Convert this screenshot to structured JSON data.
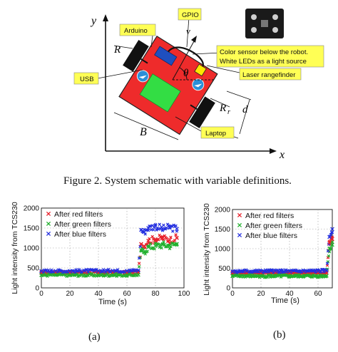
{
  "schematic": {
    "axis_x": "x",
    "axis_y": "y",
    "callouts": {
      "arduino": "Arduino",
      "gpio": "GPIO",
      "usb": "USB",
      "color_sensor_line1": "Color sensor below the robot.",
      "color_sensor_line2": "White LEDs as a light source",
      "laser": "Laser rangefinder",
      "laptop": "Laptop"
    },
    "variables": {
      "R_left": "R",
      "R_right_base": "R",
      "R_right_sub": "r",
      "v": "v",
      "theta": "θ",
      "d": "d",
      "B": "B"
    },
    "colors": {
      "robot_body": "#ee2b2b",
      "callout_fill": "#ffff55",
      "laptop_pad": "#33dd44",
      "sensor_board": "#1a1a1a",
      "wheel": "#111111",
      "wheel_disc": "#2a8fd8"
    }
  },
  "figure_caption": "Figure 2.    System schematic with variable definitions.",
  "sub_captions": {
    "a": "(a)",
    "b": "(b)"
  },
  "chart_data": [
    {
      "type": "scatter",
      "panel": "(a)",
      "xlabel": "Time (s)",
      "ylabel": "Light intensity from TCS230",
      "xlim": [
        0,
        100
      ],
      "ylim": [
        0,
        2000
      ],
      "xticks": [
        0,
        20,
        40,
        60,
        80,
        100
      ],
      "yticks": [
        0,
        500,
        1000,
        1500,
        2000
      ],
      "grid": true,
      "legend_position": "top-left",
      "series": [
        {
          "name": "After red filters",
          "color": "#e8202a",
          "marker": "x",
          "x": [
            0,
            10,
            20,
            30,
            40,
            50,
            60,
            68,
            70,
            72,
            75,
            80,
            85,
            90,
            95
          ],
          "y": [
            380,
            385,
            380,
            382,
            380,
            385,
            380,
            390,
            1100,
            1050,
            1180,
            1220,
            1250,
            1200,
            1250
          ]
        },
        {
          "name": "After green filters",
          "color": "#22b02e",
          "marker": "x",
          "x": [
            0,
            10,
            20,
            30,
            40,
            50,
            60,
            68,
            70,
            72,
            75,
            80,
            85,
            90,
            95
          ],
          "y": [
            320,
            325,
            320,
            322,
            320,
            325,
            320,
            330,
            950,
            900,
            1020,
            1050,
            1080,
            1060,
            1100
          ]
        },
        {
          "name": "After blue filters",
          "color": "#2530e0",
          "marker": "x",
          "x": [
            0,
            10,
            20,
            30,
            40,
            50,
            60,
            68,
            70,
            72,
            75,
            80,
            85,
            90,
            95
          ],
          "y": [
            420,
            425,
            420,
            430,
            425,
            430,
            425,
            440,
            1450,
            1400,
            1500,
            1550,
            1480,
            1520,
            1480
          ]
        }
      ]
    },
    {
      "type": "scatter",
      "panel": "(b)",
      "xlabel": "Time (s)",
      "ylabel": "Light intensity from TCS230",
      "xlim": [
        0,
        70
      ],
      "ylim": [
        0,
        2000
      ],
      "xticks": [
        0,
        20,
        40,
        60
      ],
      "yticks": [
        0,
        500,
        1000,
        1500,
        2000
      ],
      "grid": true,
      "legend_position": "top-left",
      "series": [
        {
          "name": "After red filters",
          "color": "#e8202a",
          "marker": "x",
          "x": [
            0,
            10,
            20,
            30,
            40,
            50,
            60,
            66,
            68,
            70
          ],
          "y": [
            380,
            382,
            380,
            385,
            380,
            382,
            385,
            390,
            1150,
            1250
          ]
        },
        {
          "name": "After green filters",
          "color": "#22b02e",
          "marker": "x",
          "x": [
            0,
            10,
            20,
            30,
            40,
            50,
            60,
            66,
            68,
            70
          ],
          "y": [
            300,
            305,
            300,
            302,
            300,
            305,
            300,
            310,
            1000,
            1100
          ]
        },
        {
          "name": "After blue filters",
          "color": "#2530e0",
          "marker": "x",
          "x": [
            0,
            10,
            20,
            30,
            40,
            50,
            60,
            66,
            68,
            70
          ],
          "y": [
            420,
            425,
            420,
            430,
            420,
            425,
            430,
            440,
            1300,
            1500
          ]
        }
      ]
    }
  ]
}
